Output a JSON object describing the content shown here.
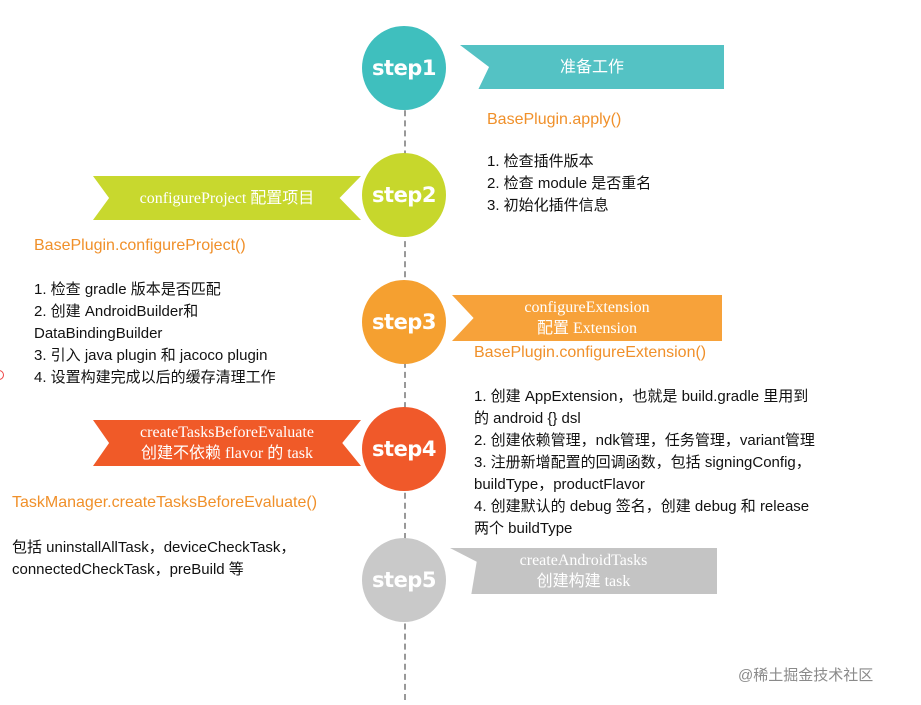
{
  "steps": [
    {
      "label": "step1",
      "color": "#3fbfbe"
    },
    {
      "label": "step2",
      "color": "#c7d72c"
    },
    {
      "label": "step3",
      "color": "#f5a030"
    },
    {
      "label": "step4",
      "color": "#f0592a"
    },
    {
      "label": "step5",
      "color": "#c9c9c9"
    }
  ],
  "banners": {
    "step1": {
      "lines": [
        "准备工作"
      ],
      "color": "#54c2c4"
    },
    "step2": {
      "lines": [
        "configureProject 配置项目"
      ],
      "color": "#c8d82e"
    },
    "step3": {
      "lines": [
        "configureExtension",
        "配置 Extension"
      ],
      "color": "#f7a23a"
    },
    "step4": {
      "lines": [
        "createTasksBeforeEvaluate",
        "创建不依赖 flavor 的 task"
      ],
      "color": "#f05a28"
    },
    "step5": {
      "lines": [
        "createAndroidTasks",
        "创建构建 task"
      ],
      "color": "#c4c4c4"
    }
  },
  "functions": {
    "step1": "BasePlugin.apply()",
    "step2": "BasePlugin.configureProject()",
    "step3": "BasePlugin.configureExtension()",
    "step4": "TaskManager.createTasksBeforeEvaluate()"
  },
  "descriptions": {
    "step1": [
      "1. 检查插件版本",
      "2. 检查 module 是否重名",
      "3. 初始化插件信息"
    ],
    "step2": [
      "1. 检查 gradle 版本是否匹配",
      "2. 创建 AndroidBuilder和",
      "DataBindingBuilder",
      "3. 引入 java plugin 和 jacoco plugin",
      "4. 设置构建完成以后的缓存清理工作"
    ],
    "step3": [
      "1. 创建 AppExtension，也就是 build.gradle 里用到",
      "的 android {} dsl",
      "2. 创建依赖管理，ndk管理，任务管理，variant管理",
      "3. 注册新增配置的回调函数，包括 signingConfig，",
      "buildType，productFlavor",
      "4. 创建默认的 debug 签名，创建 debug 和 release",
      "两个 buildType"
    ],
    "step4": [
      "包括 uninstallAllTask，deviceCheckTask，",
      "connectedCheckTask，preBuild 等"
    ]
  },
  "watermark": "@稀土掘金技术社区"
}
